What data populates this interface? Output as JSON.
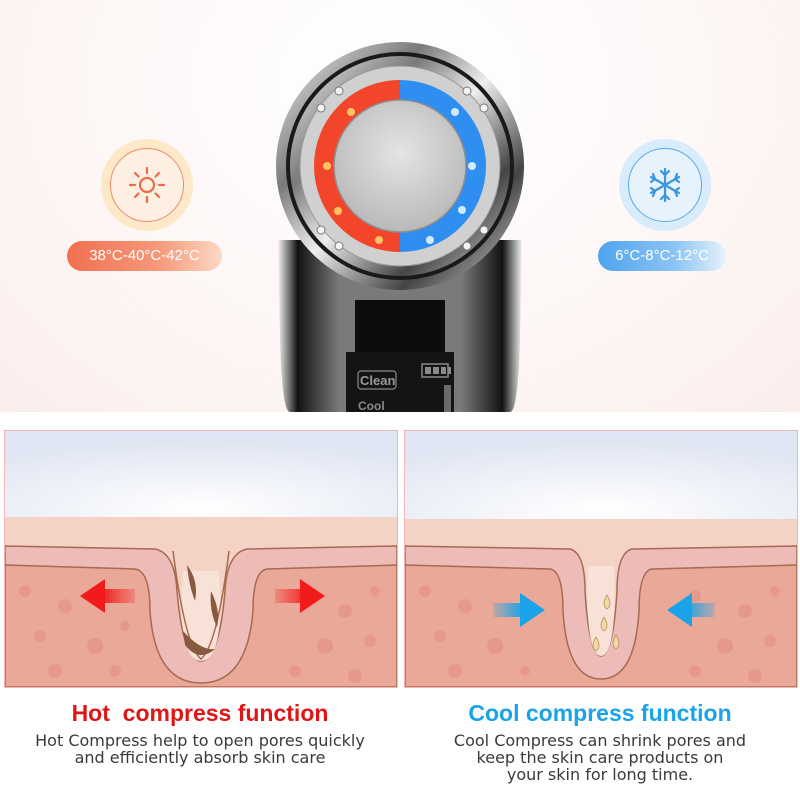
{
  "hero": {
    "hot_badge": {
      "icon": "sun-icon",
      "temperature": "38°C-40°C-42°C",
      "color": "#f27052"
    },
    "cold_badge": {
      "icon": "snowflake-icon",
      "temperature": "6°C-8°C-12°C",
      "color": "#4ea4ee"
    },
    "device": {
      "screen_mode_clean": "Clean",
      "screen_mode_cool": "Cool",
      "battery_icon": "battery-icon",
      "ring_hot_color": "#f2452a",
      "ring_cold_color": "#2f8ff0"
    }
  },
  "panels": [
    {
      "id": "hot",
      "illustration": "skin-pore-open-diagram",
      "arrow_direction": "outward",
      "arrow_color": "#f21b1b",
      "title": "Hot  compress function",
      "description_lines": [
        "Hot Compress help to open pores quickly",
        "and efficiently absorb skin care"
      ],
      "title_color": "#e01616"
    },
    {
      "id": "cool",
      "illustration": "skin-pore-closed-diagram",
      "arrow_direction": "inward",
      "arrow_color": "#1aa3e8",
      "title": "Cool compress function",
      "description_lines": [
        "Cool Compress can shrink pores and",
        "keep the skin care products on",
        "your skin for long time."
      ],
      "title_color": "#1aa3e8"
    }
  ]
}
